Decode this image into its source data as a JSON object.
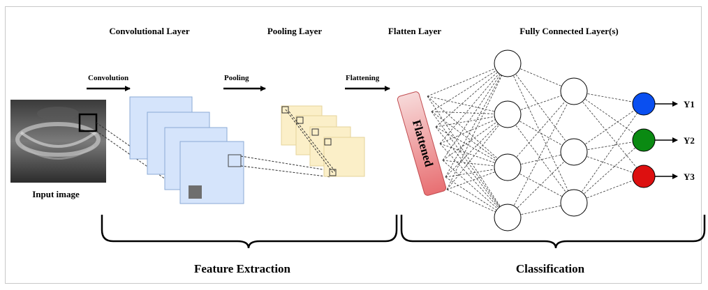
{
  "layers": {
    "convolutional": "Convolutional Layer",
    "pooling": "Pooling Layer",
    "flatten": "Flatten Layer",
    "fully_connected": "Fully Connected Layer(s)"
  },
  "operations": {
    "convolution": "Convolution",
    "pooling": "Pooling",
    "flattening": "Flattening"
  },
  "input_label": "Input image",
  "flattened_label": "Flattened",
  "outputs": [
    {
      "label": "Y1",
      "color": "#0a4ff0"
    },
    {
      "label": "Y2",
      "color": "#0a8a12"
    },
    {
      "label": "Y3",
      "color": "#dd1010"
    }
  ],
  "sections": {
    "feature_extraction": "Feature Extraction",
    "classification": "Classification"
  },
  "colors": {
    "conv_map": "#d5e4fb",
    "pool_map": "#fbefc8",
    "flatten_top": "#f7d9d9",
    "flatten_bottom": "#e86f72"
  }
}
